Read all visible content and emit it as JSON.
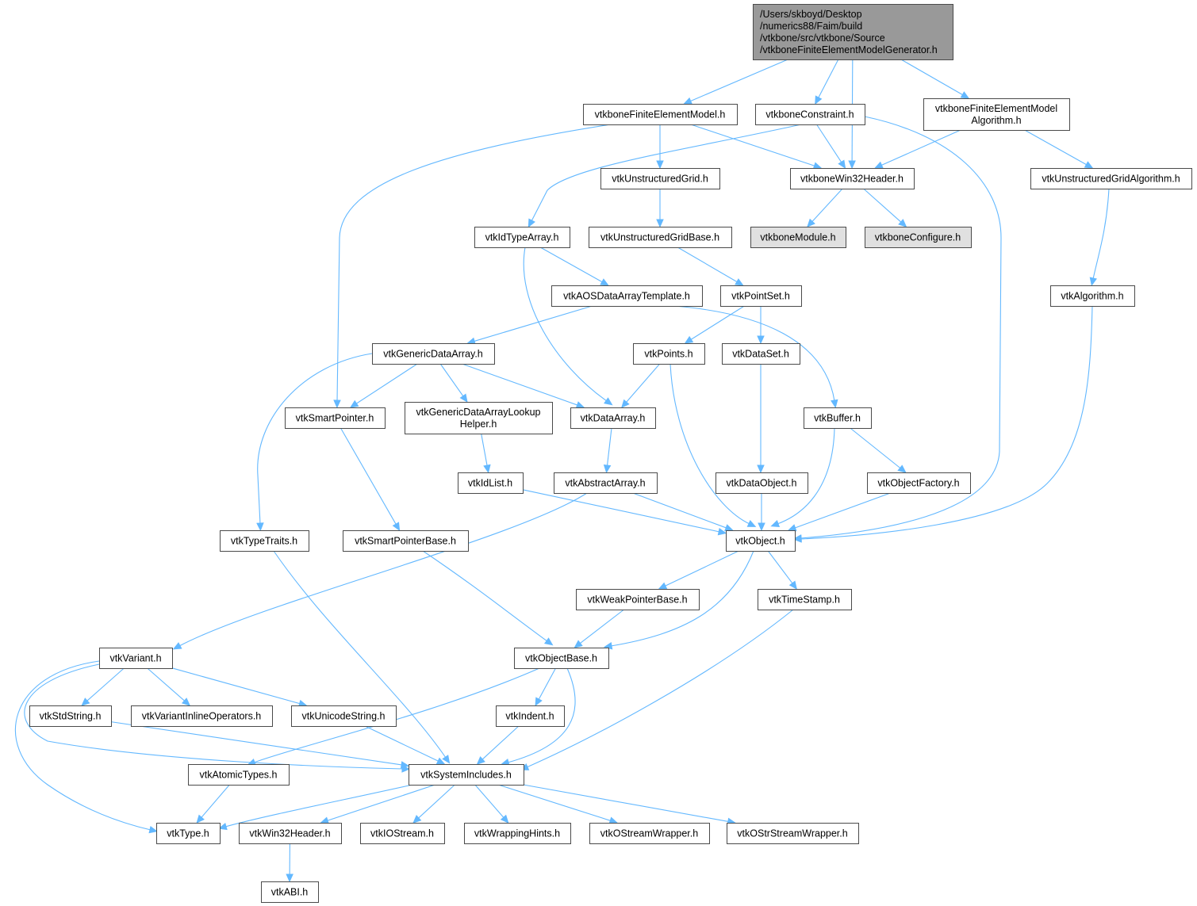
{
  "colors": {
    "edge": "#63b8ff",
    "node_fill": "#ffffff",
    "root_fill": "#999999",
    "external_fill": "#e0e0e0",
    "node_border": "#4a4a4a"
  },
  "nodes": [
    {
      "id": "root",
      "lines": [
        "/Users/skboyd/Desktop",
        "/numerics88/Faim/build",
        "/vtkbone/src/vtkbone/Source",
        "/vtkboneFiniteElementModelGenerator.h"
      ],
      "style": "root"
    },
    {
      "id": "fem",
      "lines": [
        "vtkboneFiniteElementModel.h"
      ],
      "style": "normal"
    },
    {
      "id": "constraint",
      "lines": [
        "vtkboneConstraint.h"
      ],
      "style": "normal"
    },
    {
      "id": "femalg",
      "lines": [
        "vtkboneFiniteElementModel",
        "Algorithm.h"
      ],
      "style": "normal"
    },
    {
      "id": "win32hdr",
      "lines": [
        "vtkboneWin32Header.h"
      ],
      "style": "normal"
    },
    {
      "id": "ugrid",
      "lines": [
        "vtkUnstructuredGrid.h"
      ],
      "style": "normal"
    },
    {
      "id": "ugridalg",
      "lines": [
        "vtkUnstructuredGridAlgorithm.h"
      ],
      "style": "normal"
    },
    {
      "id": "bonemodule",
      "lines": [
        "vtkboneModule.h"
      ],
      "style": "external"
    },
    {
      "id": "boneconfig",
      "lines": [
        "vtkboneConfigure.h"
      ],
      "style": "external"
    },
    {
      "id": "idtype",
      "lines": [
        "vtkIdTypeArray.h"
      ],
      "style": "normal"
    },
    {
      "id": "ugridbase",
      "lines": [
        "vtkUnstructuredGridBase.h"
      ],
      "style": "normal"
    },
    {
      "id": "aos",
      "lines": [
        "vtkAOSDataArrayTemplate.h"
      ],
      "style": "normal"
    },
    {
      "id": "pointset",
      "lines": [
        "vtkPointSet.h"
      ],
      "style": "normal"
    },
    {
      "id": "algorithm",
      "lines": [
        "vtkAlgorithm.h"
      ],
      "style": "normal"
    },
    {
      "id": "generic",
      "lines": [
        "vtkGenericDataArray.h"
      ],
      "style": "normal"
    },
    {
      "id": "points",
      "lines": [
        "vtkPoints.h"
      ],
      "style": "normal"
    },
    {
      "id": "dataset",
      "lines": [
        "vtkDataSet.h"
      ],
      "style": "normal"
    },
    {
      "id": "smartptr",
      "lines": [
        "vtkSmartPointer.h"
      ],
      "style": "normal"
    },
    {
      "id": "lookup",
      "lines": [
        "vtkGenericDataArrayLookup",
        "Helper.h"
      ],
      "style": "normal"
    },
    {
      "id": "dataarray",
      "lines": [
        "vtkDataArray.h"
      ],
      "style": "normal"
    },
    {
      "id": "buffer",
      "lines": [
        "vtkBuffer.h"
      ],
      "style": "normal"
    },
    {
      "id": "idlist",
      "lines": [
        "vtkIdList.h"
      ],
      "style": "normal"
    },
    {
      "id": "abstract",
      "lines": [
        "vtkAbstractArray.h"
      ],
      "style": "normal"
    },
    {
      "id": "dataobject",
      "lines": [
        "vtkDataObject.h"
      ],
      "style": "normal"
    },
    {
      "id": "objfactory",
      "lines": [
        "vtkObjectFactory.h"
      ],
      "style": "normal"
    },
    {
      "id": "typetraits",
      "lines": [
        "vtkTypeTraits.h"
      ],
      "style": "normal"
    },
    {
      "id": "smartptrbase",
      "lines": [
        "vtkSmartPointerBase.h"
      ],
      "style": "normal"
    },
    {
      "id": "object",
      "lines": [
        "vtkObject.h"
      ],
      "style": "normal"
    },
    {
      "id": "weakptr",
      "lines": [
        "vtkWeakPointerBase.h"
      ],
      "style": "normal"
    },
    {
      "id": "timestamp",
      "lines": [
        "vtkTimeStamp.h"
      ],
      "style": "normal"
    },
    {
      "id": "variant",
      "lines": [
        "vtkVariant.h"
      ],
      "style": "normal"
    },
    {
      "id": "objbase",
      "lines": [
        "vtkObjectBase.h"
      ],
      "style": "normal"
    },
    {
      "id": "stdstring",
      "lines": [
        "vtkStdString.h"
      ],
      "style": "normal"
    },
    {
      "id": "varinline",
      "lines": [
        "vtkVariantInlineOperators.h"
      ],
      "style": "normal"
    },
    {
      "id": "unicode",
      "lines": [
        "vtkUnicodeString.h"
      ],
      "style": "normal"
    },
    {
      "id": "indent",
      "lines": [
        "vtkIndent.h"
      ],
      "style": "normal"
    },
    {
      "id": "atomic",
      "lines": [
        "vtkAtomicTypes.h"
      ],
      "style": "normal"
    },
    {
      "id": "sysinc",
      "lines": [
        "vtkSystemIncludes.h"
      ],
      "style": "normal"
    },
    {
      "id": "type",
      "lines": [
        "vtkType.h"
      ],
      "style": "normal"
    },
    {
      "id": "win32",
      "lines": [
        "vtkWin32Header.h"
      ],
      "style": "normal"
    },
    {
      "id": "iostream",
      "lines": [
        "vtkIOStream.h"
      ],
      "style": "normal"
    },
    {
      "id": "wrapping",
      "lines": [
        "vtkWrappingHints.h"
      ],
      "style": "normal"
    },
    {
      "id": "ostream",
      "lines": [
        "vtkOStreamWrapper.h"
      ],
      "style": "normal"
    },
    {
      "id": "ostrstream",
      "lines": [
        "vtkOStrStreamWrapper.h"
      ],
      "style": "normal"
    },
    {
      "id": "abi",
      "lines": [
        "vtkABI.h"
      ],
      "style": "normal"
    }
  ],
  "edges": [
    [
      "root",
      "fem"
    ],
    [
      "root",
      "constraint"
    ],
    [
      "root",
      "win32hdr"
    ],
    [
      "root",
      "femalg"
    ],
    [
      "fem",
      "smartptr"
    ],
    [
      "fem",
      "ugrid"
    ],
    [
      "fem",
      "win32hdr"
    ],
    [
      "constraint",
      "idtype"
    ],
    [
      "constraint",
      "win32hdr"
    ],
    [
      "constraint",
      "object"
    ],
    [
      "femalg",
      "win32hdr"
    ],
    [
      "femalg",
      "ugridalg"
    ],
    [
      "win32hdr",
      "bonemodule"
    ],
    [
      "win32hdr",
      "boneconfig"
    ],
    [
      "ugrid",
      "ugridbase"
    ],
    [
      "ugridbase",
      "pointset"
    ],
    [
      "ugridalg",
      "algorithm"
    ],
    [
      "algorithm",
      "object"
    ],
    [
      "idtype",
      "aos"
    ],
    [
      "idtype",
      "dataarray"
    ],
    [
      "aos",
      "generic"
    ],
    [
      "aos",
      "buffer"
    ],
    [
      "pointset",
      "points"
    ],
    [
      "pointset",
      "dataset"
    ],
    [
      "generic",
      "typetraits"
    ],
    [
      "generic",
      "smartptr"
    ],
    [
      "generic",
      "lookup"
    ],
    [
      "generic",
      "dataarray"
    ],
    [
      "points",
      "dataarray"
    ],
    [
      "points",
      "object"
    ],
    [
      "dataset",
      "dataobject"
    ],
    [
      "dataobject",
      "object"
    ],
    [
      "smartptr",
      "smartptrbase"
    ],
    [
      "lookup",
      "idlist"
    ],
    [
      "idlist",
      "object"
    ],
    [
      "dataarray",
      "abstract"
    ],
    [
      "abstract",
      "variant"
    ],
    [
      "abstract",
      "object"
    ],
    [
      "buffer",
      "object"
    ],
    [
      "buffer",
      "objfactory"
    ],
    [
      "objfactory",
      "object"
    ],
    [
      "typetraits",
      "sysinc"
    ],
    [
      "smartptrbase",
      "objbase"
    ],
    [
      "object",
      "weakptr"
    ],
    [
      "object",
      "timestamp"
    ],
    [
      "object",
      "objbase"
    ],
    [
      "weakptr",
      "objbase"
    ],
    [
      "timestamp",
      "sysinc"
    ],
    [
      "variant",
      "stdstring"
    ],
    [
      "variant",
      "varinline"
    ],
    [
      "variant",
      "unicode"
    ],
    [
      "variant",
      "sysinc"
    ],
    [
      "variant",
      "type"
    ],
    [
      "objbase",
      "indent"
    ],
    [
      "objbase",
      "atomic"
    ],
    [
      "objbase",
      "sysinc"
    ],
    [
      "stdstring",
      "sysinc"
    ],
    [
      "unicode",
      "sysinc"
    ],
    [
      "indent",
      "sysinc"
    ],
    [
      "atomic",
      "type"
    ],
    [
      "sysinc",
      "type"
    ],
    [
      "sysinc",
      "win32"
    ],
    [
      "sysinc",
      "iostream"
    ],
    [
      "sysinc",
      "wrapping"
    ],
    [
      "sysinc",
      "ostream"
    ],
    [
      "sysinc",
      "ostrstream"
    ],
    [
      "win32",
      "abi"
    ]
  ]
}
